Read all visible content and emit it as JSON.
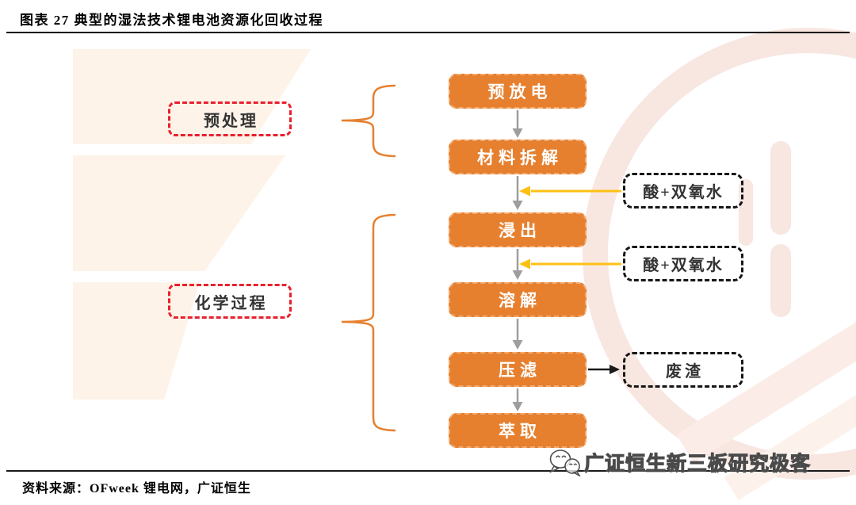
{
  "header": {
    "title": "图表 27 典型的湿法技术锂电池资源化回收过程"
  },
  "flow": {
    "stages": [
      {
        "label": "预处理"
      },
      {
        "label": "化学过程"
      }
    ],
    "steps": [
      {
        "label": "预放电"
      },
      {
        "label": "材料拆解"
      },
      {
        "label": "浸出"
      },
      {
        "label": "溶解"
      },
      {
        "label": "压滤"
      },
      {
        "label": "萃取"
      }
    ],
    "reagents": [
      {
        "label": "酸+双氧水"
      },
      {
        "label": "酸+双氧水"
      }
    ],
    "byproduct": {
      "label": "废渣"
    }
  },
  "watermark": {
    "brand_text": "广证恒生新三板研究极客"
  },
  "footer": {
    "source": "资料来源：OFweek 锂电网，广证恒生"
  },
  "colors": {
    "step_fill": "#E6802F",
    "step_border_dash": "#F2AB72",
    "stage_border": "#E9202C",
    "io_border": "#161616",
    "arrow_gray": "#9E9E9E",
    "arrow_yellow": "#FFC013",
    "arrow_black": "#1A1A1A",
    "brace": "#E6802F",
    "watermark_cream": "#FDF3E9",
    "watermark_pink": "#F8E6E1"
  }
}
